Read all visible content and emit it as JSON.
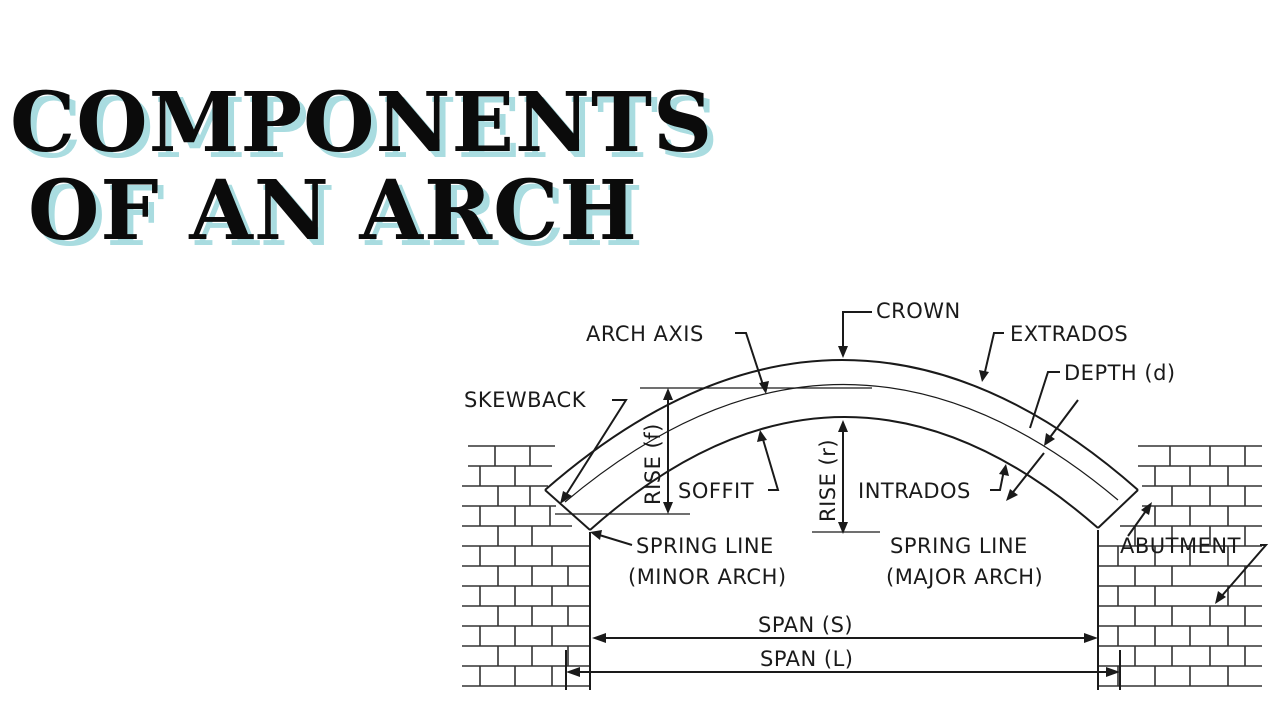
{
  "title": {
    "line1": "COMPONENTS",
    "line2": "OF AN ARCH"
  },
  "diagram": {
    "labels": {
      "crown": "CROWN",
      "arch_axis": "ARCH AXIS",
      "extrados": "EXTRADOS",
      "depth": "DEPTH (d)",
      "skewback": "SKEWBACK",
      "rise_f": "RISE (f)",
      "rise_r": "RISE (r)",
      "soffit": "SOFFIT",
      "intrados": "INTRADOS",
      "spring_line_minor_1": "SPRING LINE",
      "spring_line_minor_2": "(MINOR ARCH)",
      "spring_line_major_1": "SPRING LINE",
      "spring_line_major_2": "(MAJOR ARCH)",
      "abutment": "ABUTMENT",
      "span_s": "SPAN (S)",
      "span_l": "SPAN (L)"
    }
  }
}
